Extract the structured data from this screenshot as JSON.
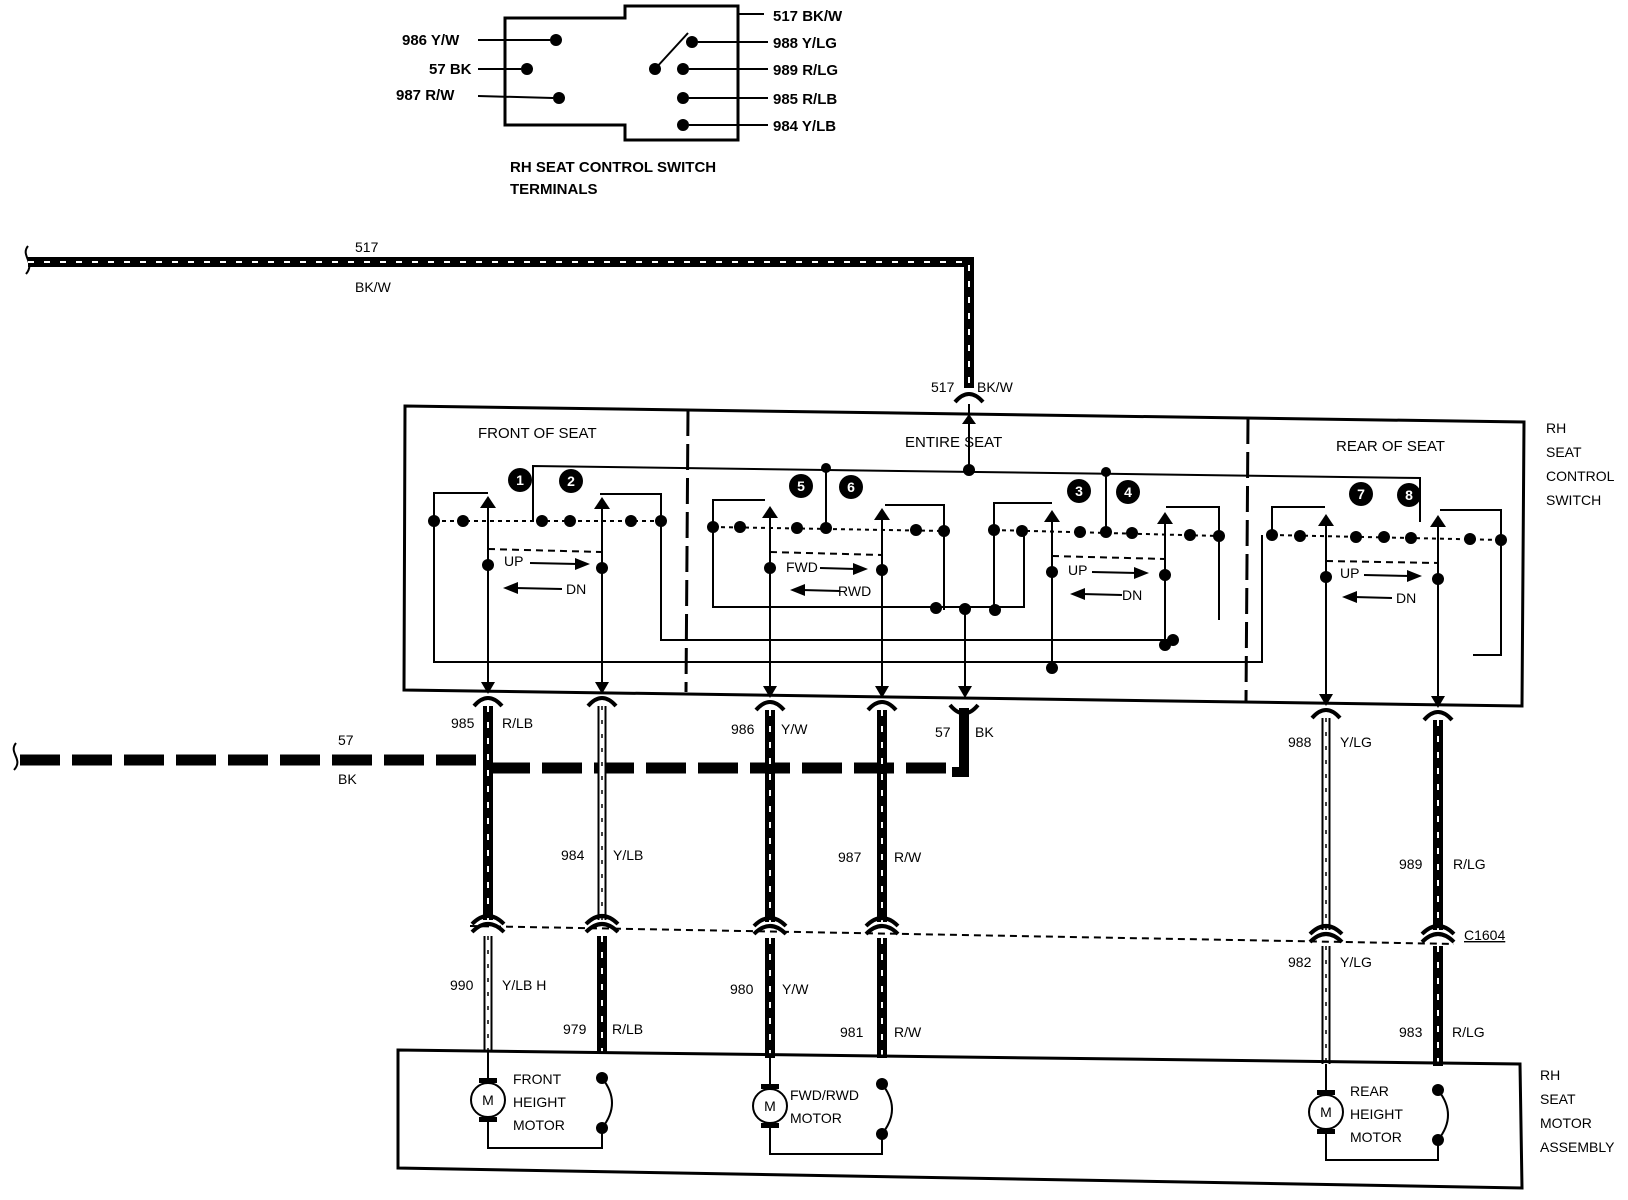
{
  "terminals": {
    "title_line1": "RH SEAT CONTROL SWITCH",
    "title_line2": "TERMINALS",
    "left": [
      "986 Y/W",
      "57 BK",
      "987 R/W"
    ],
    "right": [
      "517 BK/W",
      "988 Y/LG",
      "989 R/LG",
      "985 R/LB",
      "984 Y/LB"
    ]
  },
  "power_feed": {
    "circuit": "517",
    "color": "BK/W",
    "entry_circuit": "517",
    "entry_color": "BK/W"
  },
  "ground_feed": {
    "circuit": "57",
    "color": "BK",
    "entry_circuit": "57",
    "entry_color": "BK"
  },
  "switch": {
    "label": [
      "RH",
      "SEAT",
      "CONTROL",
      "SWITCH"
    ],
    "sections": {
      "front": "FRONT OF SEAT",
      "entire": "ENTIRE SEAT",
      "rear": "REAR OF SEAT"
    },
    "contacts": [
      "1",
      "2",
      "5",
      "6",
      "3",
      "4",
      "7",
      "8"
    ],
    "arrows": {
      "front_up": "UP",
      "front_dn": "DN",
      "fwd": "FWD",
      "rwd": "RWD",
      "entire_up": "UP",
      "entire_dn": "DN",
      "rear_up": "UP",
      "rear_dn": "DN"
    }
  },
  "upper_wires": [
    {
      "circuit": "985",
      "color": "R/LB"
    },
    {
      "circuit": "984",
      "color": "Y/LB"
    },
    {
      "circuit": "986",
      "color": "Y/W"
    },
    {
      "circuit": "987",
      "color": "R/W"
    },
    {
      "circuit": "988",
      "color": "Y/LG"
    },
    {
      "circuit": "989",
      "color": "R/LG"
    }
  ],
  "connector": "C1604",
  "lower_wires": [
    {
      "circuit": "990",
      "color": "Y/LB H"
    },
    {
      "circuit": "979",
      "color": "R/LB"
    },
    {
      "circuit": "980",
      "color": "Y/W"
    },
    {
      "circuit": "981",
      "color": "R/W"
    },
    {
      "circuit": "982",
      "color": "Y/LG"
    },
    {
      "circuit": "983",
      "color": "R/LG"
    }
  ],
  "motor_assembly": {
    "label": [
      "RH",
      "SEAT",
      "MOTOR",
      "ASSEMBLY"
    ],
    "motor_symbol": "M",
    "front_motor": [
      "FRONT",
      "HEIGHT",
      "MOTOR"
    ],
    "fwd_motor": [
      "FWD/RWD",
      "MOTOR"
    ],
    "rear_motor": [
      "REAR",
      "HEIGHT",
      "MOTOR"
    ]
  }
}
